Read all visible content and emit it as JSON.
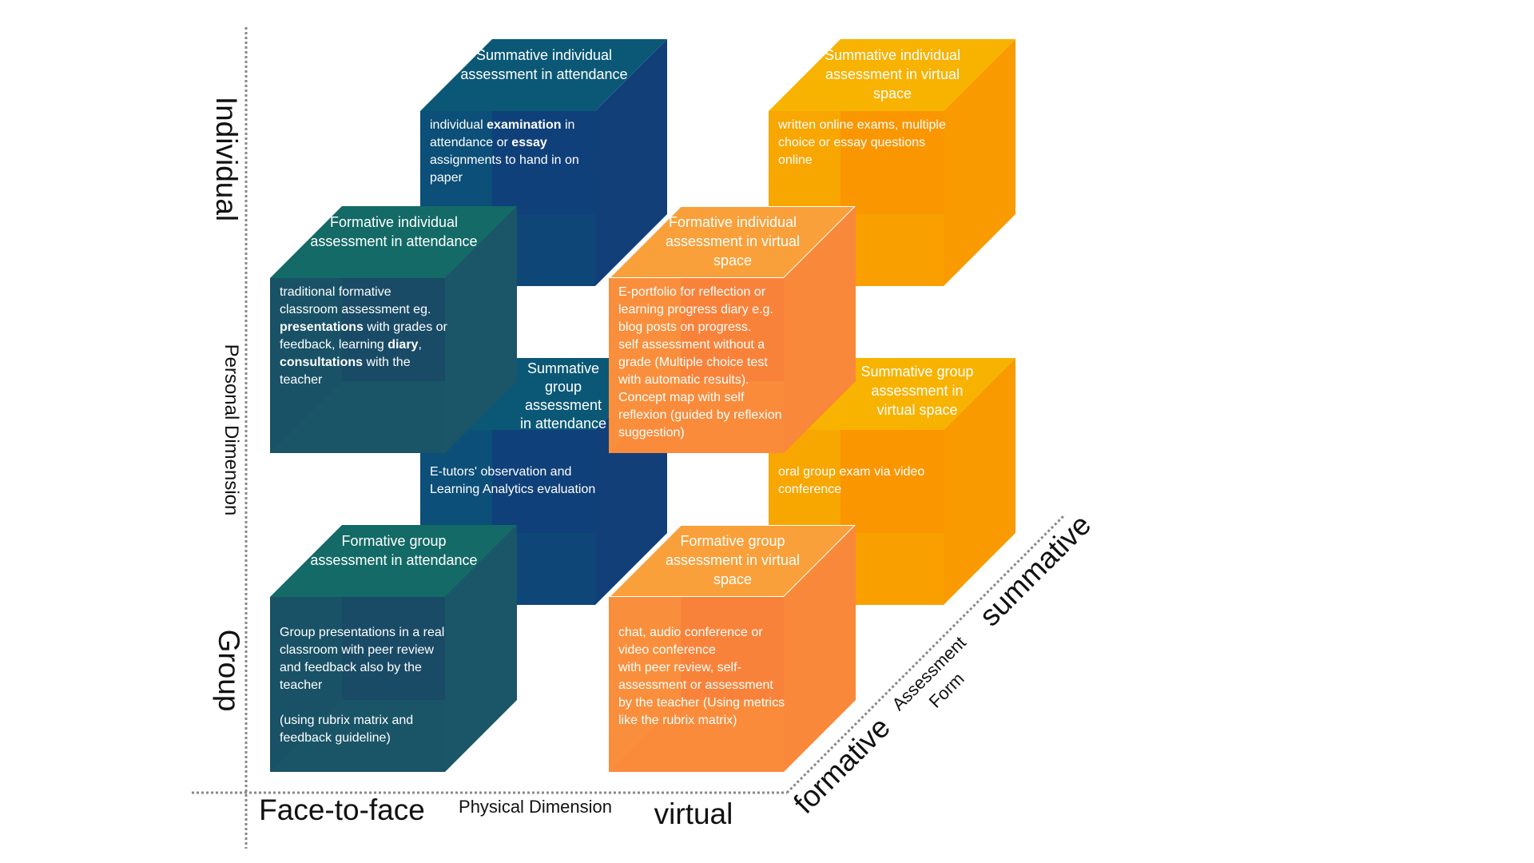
{
  "axes": {
    "personal": {
      "label": "Personal Dimension",
      "top": "Individual",
      "bottom": "Group"
    },
    "physical": {
      "label": "Physical Dimension",
      "left": "Face-to-face",
      "right": "virtual"
    },
    "assessment": {
      "label_line1": "Assessment",
      "label_line2": "Form",
      "near": "formative",
      "far": "summative"
    }
  },
  "colors": {
    "attendance_summative": "#0f4a7a",
    "attendance_formative": "#17596a",
    "virtual_summative": "#f8a800",
    "virtual_formative": "#f98a3a"
  },
  "cubes": [
    {
      "id": "summative-individual-attendance",
      "palette": "blue",
      "title": "Summative individual assessment in attendance",
      "body": [
        {
          "t": "individual "
        },
        {
          "t": "examination",
          "b": true
        },
        {
          "t": " in attendance or "
        },
        {
          "t": "essay",
          "b": true
        },
        {
          "t": " assignments to hand in on paper"
        }
      ]
    },
    {
      "id": "summative-individual-virtual",
      "palette": "yellow",
      "title": "Summative individual assessment in virtual space",
      "body": [
        {
          "t": "written online exams, multiple choice or essay questions online"
        }
      ]
    },
    {
      "id": "summative-group-attendance",
      "palette": "blue",
      "title": "Summative group assessment in attendance",
      "body": [
        {
          "t": "E-tutors' observation and Learning Analytics evaluation"
        }
      ]
    },
    {
      "id": "summative-group-virtual",
      "palette": "yellow",
      "title": "Summative group assessment in virtual space",
      "body": [
        {
          "t": "oral group exam via video conference"
        }
      ]
    },
    {
      "id": "formative-individual-attendance",
      "palette": "teal",
      "title": "Formative individual assessment in attendance",
      "body": [
        {
          "t": "traditional formative classroom assessment eg. "
        },
        {
          "t": "presentations",
          "b": true
        },
        {
          "t": " with grades or feedback, learning "
        },
        {
          "t": "diary",
          "b": true
        },
        {
          "t": ", "
        },
        {
          "t": "consultations",
          "b": true
        },
        {
          "t": " with the teacher"
        }
      ]
    },
    {
      "id": "formative-individual-virtual",
      "palette": "orange",
      "title": "Formative individual assessment in virtual space",
      "body": [
        {
          "t": "E-portfolio for reflection or learning progress diary e.g. blog posts on progress.\nself assessment without a grade (Multiple choice test with automatic results).\nConcept map with self reflexion (guided by reflexion suggestion)"
        }
      ]
    },
    {
      "id": "formative-group-attendance",
      "palette": "teal",
      "title": "Formative group assessment in attendance",
      "body": [
        {
          "t": "Group presentations in a real classroom with peer review and feedback also by the teacher\n\n(using rubrix matrix and feedback guideline)"
        }
      ]
    },
    {
      "id": "formative-group-virtual",
      "palette": "orange",
      "title": "Formative group assessment in virtual space",
      "body": [
        {
          "t": "chat, audio conference or video conference\nwith peer review, self-assessment or assessment by the teacher (Using metrics like the rubrix matrix)"
        }
      ]
    }
  ]
}
